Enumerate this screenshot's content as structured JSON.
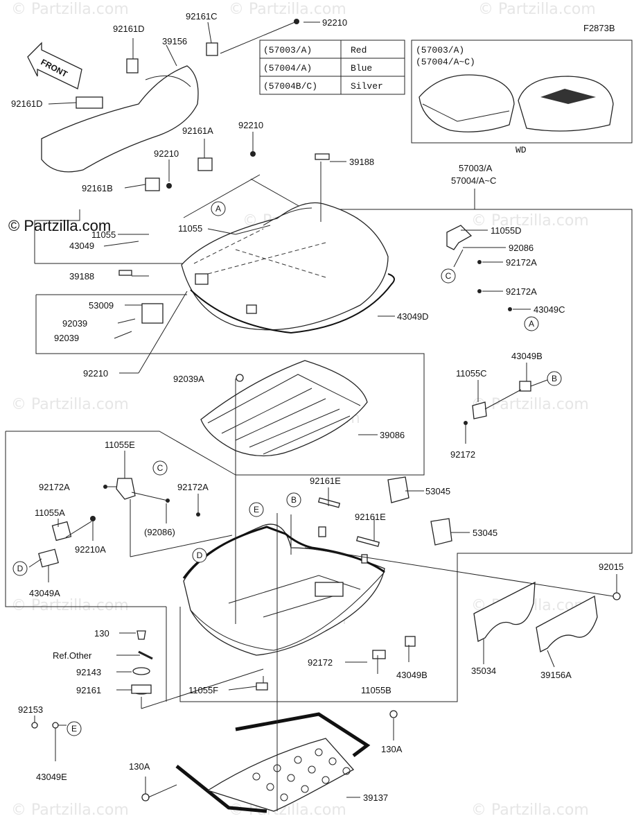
{
  "diagram_id": "F2873B",
  "copyright": "© Partzilla.com",
  "watermark": "© Partzilla.com",
  "front_label": "FRONT",
  "color_table": [
    {
      "code": "(57003/A)",
      "color": "Red"
    },
    {
      "code": "(57004/A)",
      "color": "Blue"
    },
    {
      "code": "(57004B/C)",
      "color": "Silver"
    }
  ],
  "inset": {
    "line1": "(57003/A)",
    "line2": "(57004/A~C)",
    "caption": "WD"
  },
  "labels": {
    "l92161D_a": "92161D",
    "l39156": "39156",
    "l92161D_b": "92161D",
    "l92161C": "92161C",
    "l92210_a": "92210",
    "l92161A": "92161A",
    "l92210_b": "92210",
    "l92210_c": "92210",
    "l92161B": "92161B",
    "l39188_a": "39188",
    "l57003A": "57003/A",
    "l57004A": "57004/A~C",
    "l11055": "11055",
    "l11055_b": "11055",
    "l43049": "43049",
    "l11055D": "11055D",
    "l92086": "92086",
    "l92172A_a": "92172A",
    "l39188_b": "39188",
    "l92172A_b": "92172A",
    "l43049C": "43049C",
    "l53009": "53009",
    "l43049D": "43049D",
    "l92039_a": "92039",
    "l92039_b": "92039",
    "l92210_d": "92210",
    "l92039A": "92039A",
    "l43049B_a": "43049B",
    "l11055C": "11055C",
    "l39086": "39086",
    "l92172_a": "92172",
    "l11055E": "11055E",
    "l92161E_a": "92161E",
    "l53045_a": "53045",
    "l92172A_c": "92172A",
    "l92172A_d": "92172A",
    "l92161E_b": "92161E",
    "l92086p": "(92086)",
    "l53045_b": "53045",
    "l11055A": "11055A",
    "l92210A": "92210A",
    "l43049A": "43049A",
    "l92015": "92015",
    "l130_a": "130",
    "lRefOther": "Ref.Other",
    "l92143": "92143",
    "l92161": "92161",
    "l92172_b": "92172",
    "l43049B_b": "43049B",
    "l11055B": "11055B",
    "l35034": "35034",
    "l39156A": "39156A",
    "l11055F": "11055F",
    "l92153": "92153",
    "l43049E": "43049E",
    "l130A_a": "130A",
    "l130A_b": "130A",
    "l39137": "39137"
  },
  "callouts": {
    "A1": "A",
    "A2": "A",
    "B1": "B",
    "B2": "B",
    "C1": "C",
    "C2": "C",
    "D1": "D",
    "D2": "D",
    "E1": "E",
    "E2": "E"
  }
}
